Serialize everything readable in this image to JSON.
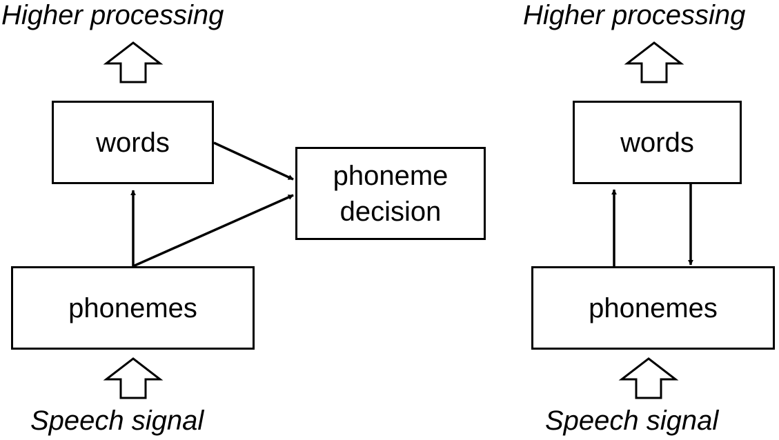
{
  "left_model": {
    "top_label": "Higher processing",
    "bottom_label": "Speech signal",
    "words_box": "words",
    "phonemes_box": "phonemes",
    "decision_box": "phoneme\ndecision"
  },
  "right_model": {
    "top_label": "Higher processing",
    "bottom_label": "Speech signal",
    "words_box": "words",
    "phonemes_box": "phonemes"
  },
  "colors": {
    "stroke": "#000000",
    "fill": "#ffffff"
  }
}
